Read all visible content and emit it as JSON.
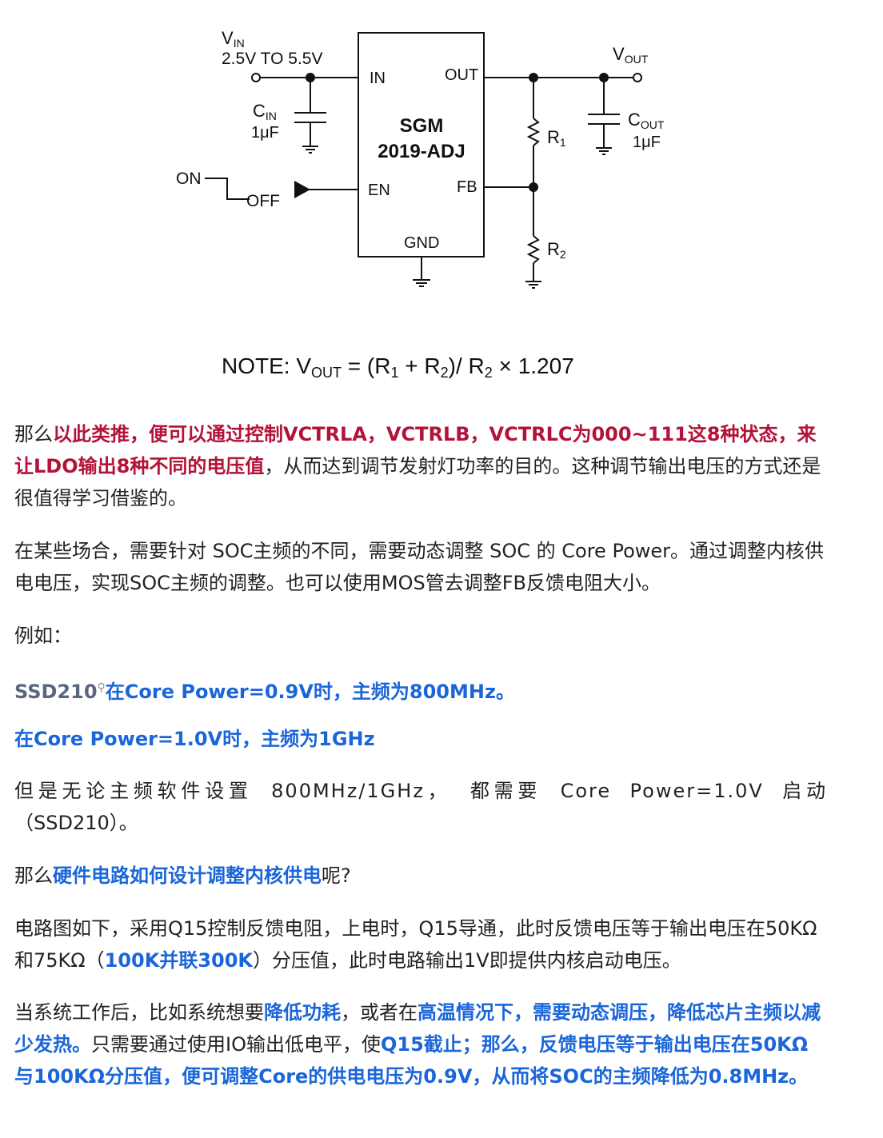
{
  "schematic": {
    "vin_label": "V",
    "vin_sub": "IN",
    "vin_range": "2.5V TO 5.5V",
    "cin_label": "C",
    "cin_sub": "IN",
    "cin_value": "1μF",
    "on_label": "ON",
    "off_label": "OFF",
    "pin_in": "IN",
    "pin_out": "OUT",
    "pin_en": "EN",
    "pin_fb": "FB",
    "pin_gnd": "GND",
    "chip_line1": "SGM",
    "chip_line2": "2019-ADJ",
    "vout_label": "V",
    "vout_sub": "OUT",
    "r1_label": "R",
    "r1_sub": "1",
    "r2_label": "R",
    "r2_sub": "2",
    "cout_label": "C",
    "cout_sub": "OUT",
    "cout_value": "1μF",
    "note": {
      "prefix": "NOTE: V",
      "sub_out": "OUT",
      "eq": " = (R",
      "s1": "1",
      "plus": " + R",
      "s2": "2",
      "div": ")/ R",
      "s3": "2",
      "tail": " × 1.207"
    }
  },
  "paragraphs": {
    "p1": {
      "t1": "那么",
      "t2": "以此类推，便可以通过控制VCTRLA，VCTRLB，VCTRLC为000~111这8种状态，来让LDO输出8种不同的电压值",
      "t3": "，从而达到调节发射灯功率的目的。这种调节输出电压的方式还是很值得学习借鉴的。"
    },
    "p2": "在某些场合，需要针对 SOC主频的不同，需要动态调整 SOC 的 Core Power。通过调整内核供电电压，实现SOC主频的调整。也可以使用MOS管去调整FB反馈电阻大小。",
    "p3": "例如：",
    "p4": {
      "link": "SSD210",
      "search_icon": "search-icon",
      "t2": "在Core Power=0.9V时，主频为800MHz。"
    },
    "p5": "在Core Power=1.0V时，主频为1GHz",
    "p6": {
      "line1": "但是无论主频软件设置 800MHz/1GHz， 都需要 Core Power=1.0V 启动",
      "line2": "（SSD210）。"
    },
    "p7": {
      "t1": "那么",
      "t2": "硬件电路如何设计调整内核供电",
      "t3": "呢?"
    },
    "p8": {
      "t1": "电路图如下，采用Q15控制反馈电阻，上电时，Q15导通，此时反馈电压等于输出电压在50KΩ和75KΩ（",
      "t2": "100K并联300K",
      "t3": "）分压值，此时电路输出1V即提供内核启动电压。"
    },
    "p9": {
      "t1": "当系统工作后，比如系统想要",
      "t2": "降低功耗",
      "t3": "，或者在",
      "t4": "高温情况下，需要动态调压，降低芯片主频以减少发热。",
      "t5": "只需要通过使用IO输出低电平，使",
      "t6": "Q15截止；那么，反馈电压等于输出电压在50KΩ与100KΩ分压值，便可调整Core的供电电压为0.9V，从而将SOC的主频降低为0.8MHz。"
    }
  },
  "colors": {
    "emphasis_red": "#b3123a",
    "emphasis_blue": "#1a66d9",
    "link_gray": "#5a6680"
  }
}
